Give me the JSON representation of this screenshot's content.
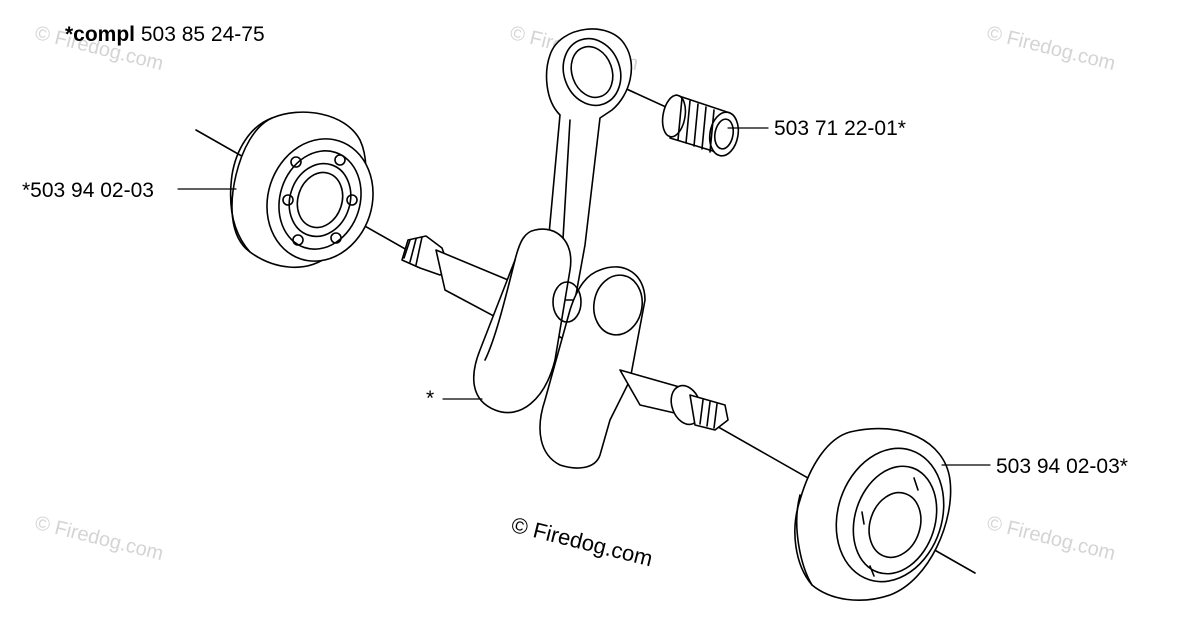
{
  "assembly": {
    "prefix": "*compl",
    "part_number": "503 85 24-75"
  },
  "callouts": {
    "bearing_left": "*503 94 02-03",
    "needle_bearing": "503 71 22-01*",
    "crankshaft": "*",
    "bearing_right": "503 94 02-03*"
  },
  "watermark": {
    "text": "© Firedog.com"
  },
  "colors": {
    "line": "#000000",
    "watermark": "#d4d4d4",
    "background": "#ffffff"
  }
}
